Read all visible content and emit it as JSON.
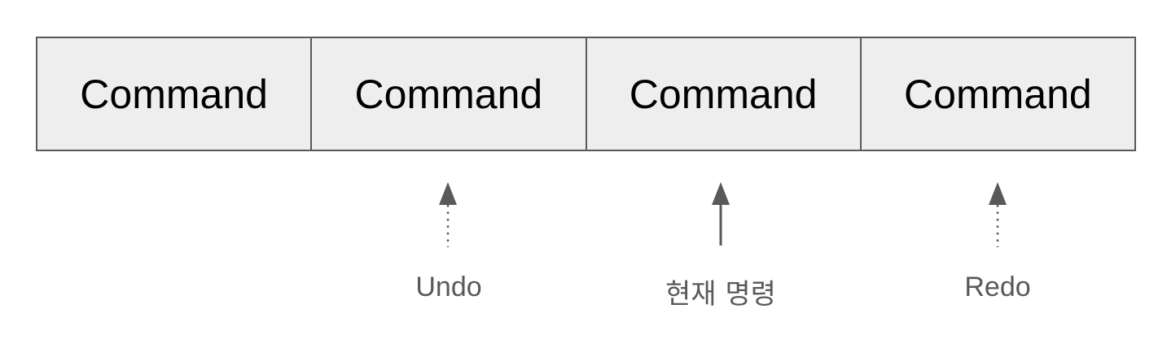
{
  "commands": [
    {
      "label": "Command"
    },
    {
      "label": "Command"
    },
    {
      "label": "Command"
    },
    {
      "label": "Command"
    }
  ],
  "pointers": {
    "undo": {
      "label": "Undo",
      "line_style": "dotted"
    },
    "current": {
      "label": "현재 명령",
      "line_style": "solid"
    },
    "redo": {
      "label": "Redo",
      "line_style": "dotted"
    }
  },
  "colors": {
    "cell_fill": "#eeeeee",
    "border": "#595959",
    "arrow": "#595959",
    "command_text": "#000000",
    "label_text": "#595959"
  }
}
